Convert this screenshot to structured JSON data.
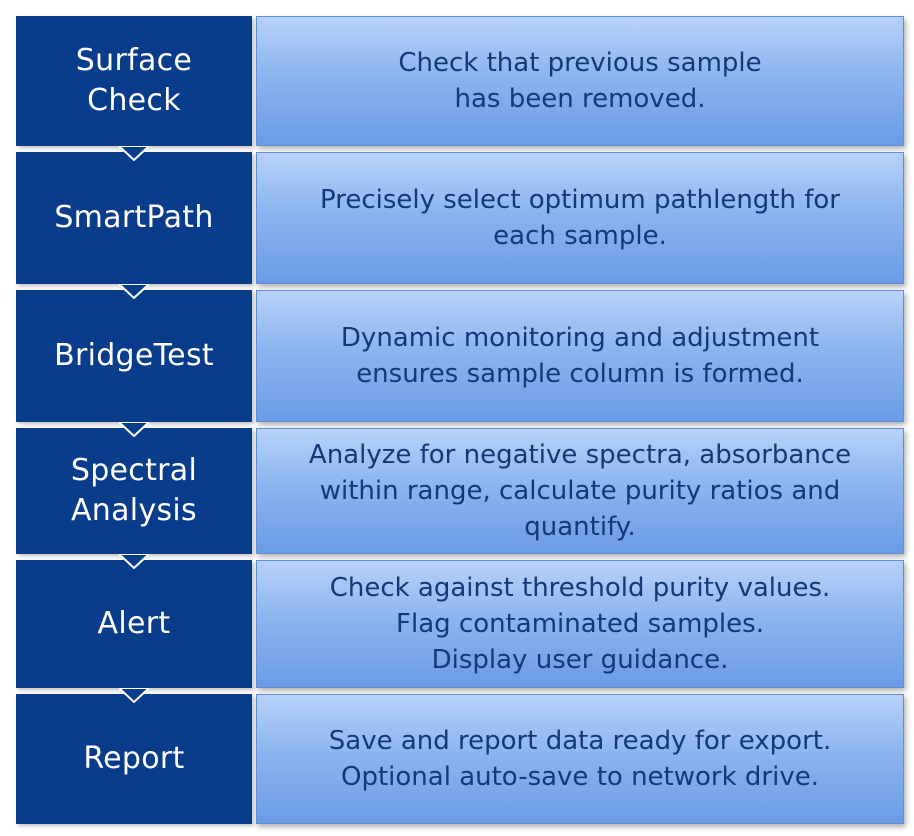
{
  "diagram": {
    "steps": [
      {
        "name": "Surface\nCheck",
        "description": "Check that previous sample\nhas been removed."
      },
      {
        "name": "SmartPath",
        "description": "Precisely select optimum pathlength for\neach sample."
      },
      {
        "name": "BridgeTest",
        "description": "Dynamic monitoring and adjustment\nensures sample column is formed."
      },
      {
        "name": "Spectral\nAnalysis",
        "description": "Analyze for negative spectra, absorbance\nwithin range, calculate purity ratios and\nquantify."
      },
      {
        "name": "Alert",
        "description": "Check against threshold purity values.\nFlag contaminated samples.\nDisplay user guidance."
      },
      {
        "name": "Report",
        "description": "Save and report data ready for export.\nOptional auto-save to network drive."
      }
    ],
    "colors": {
      "step_label_bg": "#0a3c8c",
      "step_label_text": "#ffffff",
      "description_bg_top": "#b7d2f8",
      "description_bg_bottom": "#6b9be6",
      "description_text": "#123a78"
    }
  }
}
